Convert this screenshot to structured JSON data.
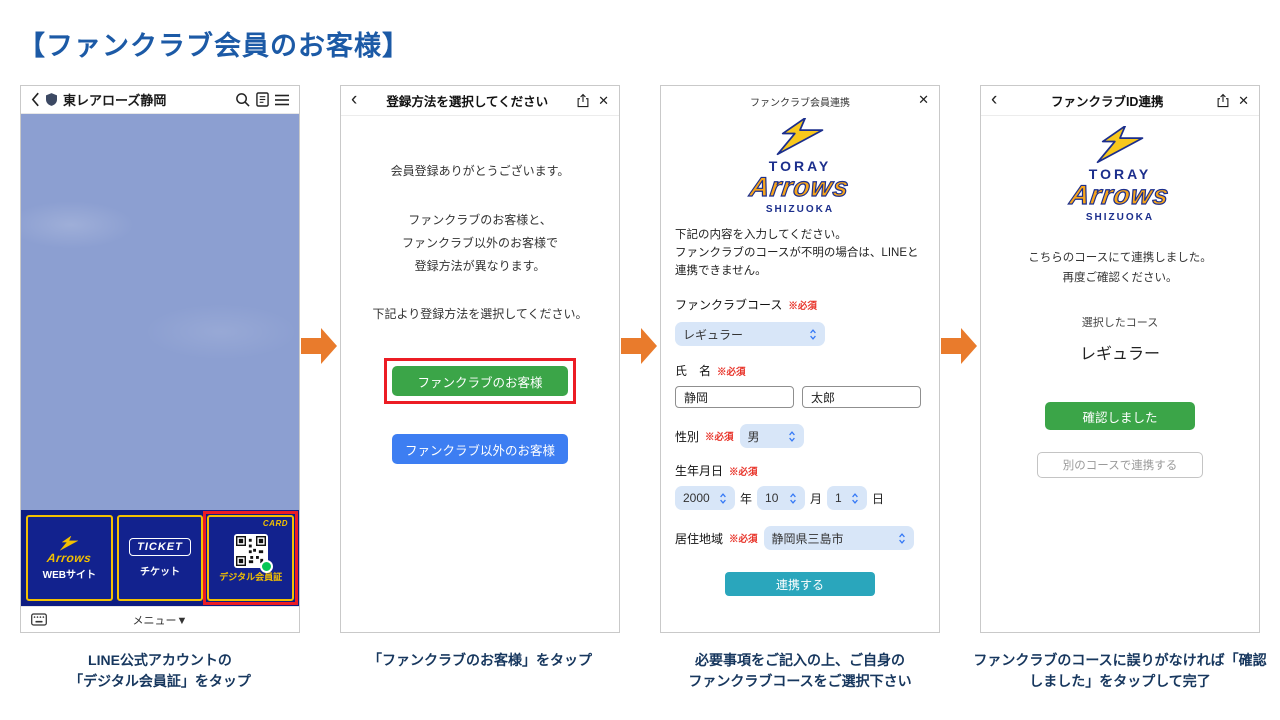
{
  "title": "【ファンクラブ会員のお客様】",
  "colors": {
    "title_blue": "#1C5AA6",
    "caption_navy": "#17375E",
    "arrow_orange": "#E97B2C",
    "highlight_red": "#EC1C24",
    "line_chat_blue": "#8C9FD1",
    "rich_menu_navy": "#0E1D82",
    "brand_yellow": "#F3C000",
    "brand_blue": "#1B2E8C",
    "green_button": "#3BA548",
    "blue_button": "#3D7EF2",
    "teal_button": "#2AA6BC",
    "select_pill_blue": "#D8E6F8",
    "required_red": "#E8342A",
    "line_green": "#06C755"
  },
  "icons": {
    "back_chevron": "‹",
    "close": "✕",
    "share": "box-arrow-up",
    "search": "magnifier",
    "notes": "document",
    "menu": "hamburger",
    "keyboard": "keyboard",
    "official_badge": "shield",
    "select_chevrons": "up-down-chevrons",
    "qr_code": "qr",
    "friend_badge": "green-dot"
  },
  "logo": {
    "toray": "TORAY",
    "arrows": "Arrows",
    "shizuoka": "SHIZUOKA"
  },
  "screen1": {
    "header": {
      "account_name": "東レアローズ静岡"
    },
    "rich_menu": {
      "web_label": "WEBサイト",
      "ticket_logo": "TICKET",
      "ticket_label": "チケット",
      "card_badge": "CARD",
      "card_label": "デジタル会員証"
    },
    "bottom_bar": {
      "menu_label": "メニュー▼"
    },
    "caption": "LINE公式アカウントの\n「デジタル会員証」をタップ"
  },
  "screen2": {
    "title": "登録方法を選択してください",
    "paragraph1": "会員登録ありがとうございます。",
    "paragraph2": "ファンクラブのお客様と、\nファンクラブ以外のお客様で\n登録方法が異なります。",
    "paragraph3": "下記より登録方法を選択してください。",
    "fan_button": "ファンクラブのお客様",
    "non_fan_button": "ファンクラブ以外のお客様",
    "caption": "「ファンクラブのお客様」をタップ"
  },
  "screen3": {
    "title": "ファンクラブ会員連携",
    "intro": "下記の内容を入力してください。\nファンクラブのコースが不明の場合は、LINEと連携できません。",
    "required_mark": "※必須",
    "course_label": "ファンクラブコース",
    "course_value": "レギュラー",
    "name_label": "氏　名",
    "last_name": "静岡",
    "first_name": "太郎",
    "gender_label": "性別",
    "gender_value": "男",
    "birth_label": "生年月日",
    "birth_year": "2000",
    "year_unit": "年",
    "birth_month": "10",
    "month_unit": "月",
    "birth_day": "1",
    "day_unit": "日",
    "region_label": "居住地域",
    "region_value": "静岡県三島市",
    "submit_button": "連携する",
    "caption": "必要事項をご記入の上、ご自身の\nファンクラブコースをご選択下さい"
  },
  "screen4": {
    "title": "ファンクラブID連携",
    "message": "こちらのコースにて連携しました。\n再度ご確認ください。",
    "selected_course_label": "選択したコース",
    "selected_course": "レギュラー",
    "confirm_button": "確認しました",
    "other_course_button": "別のコースで連携する",
    "caption": "ファンクラブのコースに誤りがなければ「確認しました」をタップして完了"
  }
}
